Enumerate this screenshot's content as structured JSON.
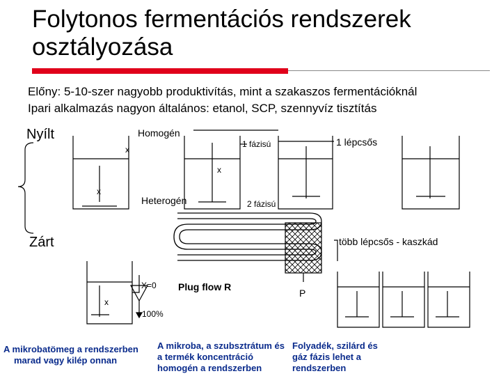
{
  "title": "Folytonos fermentációs rendszerek osztályozása",
  "intro": {
    "line1": "Előny: 5-10-szer nagyobb produktivítás, mint a szakaszos fermentációknál",
    "line2": "Ipari alkalmazás nagyon általános: etanol, SCP, szennyvíz tisztítás"
  },
  "labels": {
    "open": "Nyílt",
    "closed": "Zárt",
    "homogeneous": "Homogén",
    "heterogeneous": "Heterogén",
    "one_phase": "1 fázisú",
    "one_stage": "1 lépcsős",
    "two_phase": "2 fázisú",
    "multi_stage": "több lépcsős - kaszkád",
    "plug_flow": "Plug flow R",
    "x": "x",
    "x_zero": "X=0",
    "percent": "100%",
    "p": "P"
  },
  "notes": {
    "left_line1": "A mikrobatömeg a rendszerben",
    "left_line2": "marad vagy kilép onnan",
    "middle": "A mikroba, a szubsztrátum és a termék koncentráció homogén a rendszerben",
    "right": "Folyadék, szilárd és gáz fázis lehet a rendszerben"
  },
  "colors": {
    "accent_red": "#e0001a",
    "note_blue": "#0a2b8c"
  }
}
